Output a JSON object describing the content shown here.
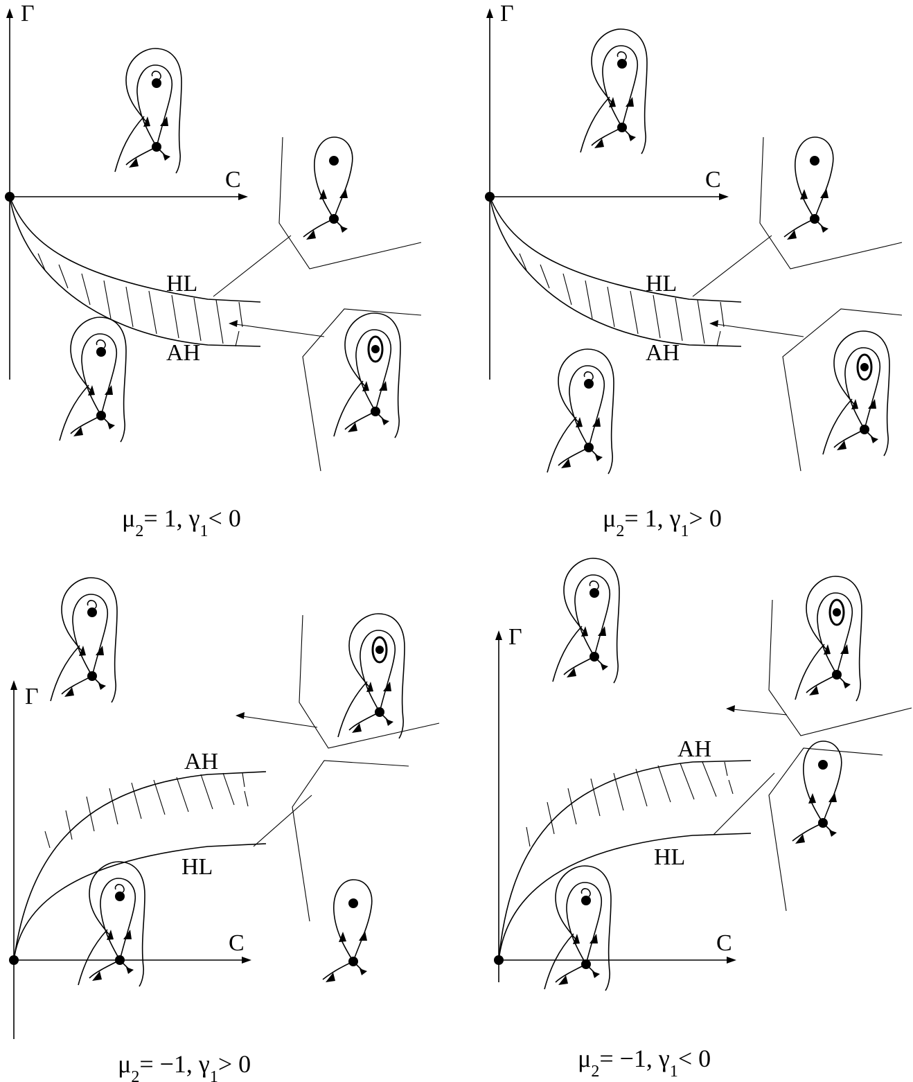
{
  "colors": {
    "ink": "#000000",
    "background": "#ffffff"
  },
  "panels": [
    {
      "axis_y_label": "Γ",
      "axis_x_label": "C",
      "upper_curve_label": "HL",
      "lower_curve_label": "AH",
      "caption": {
        "mu": "μ",
        "mu_sub": "2",
        "mu_value": "= 1, ",
        "gamma": "γ",
        "gamma_sub": "1",
        "gamma_rel": "< 0"
      }
    },
    {
      "axis_y_label": "Γ",
      "axis_x_label": "C",
      "upper_curve_label": "HL",
      "lower_curve_label": "AH",
      "caption": {
        "mu": "μ",
        "mu_sub": "2",
        "mu_value": "= 1, ",
        "gamma": "γ",
        "gamma_sub": "1",
        "gamma_rel": "> 0"
      }
    },
    {
      "axis_y_label": "Γ",
      "axis_x_label": "C",
      "upper_curve_label": "AH",
      "lower_curve_label": "HL",
      "caption": {
        "mu": "μ",
        "mu_sub": "2",
        "mu_value": "= −1, ",
        "gamma": "γ",
        "gamma_sub": "1",
        "gamma_rel": "> 0"
      }
    },
    {
      "axis_y_label": "Γ",
      "axis_x_label": "C",
      "upper_curve_label": "AH",
      "lower_curve_label": "HL",
      "caption": {
        "mu": "μ",
        "mu_sub": "2",
        "mu_value": "= −1, ",
        "gamma": "γ",
        "gamma_sub": "1",
        "gamma_rel": "< 0"
      }
    }
  ],
  "icons": [
    "arrowhead-icon",
    "equilibrium-point-icon",
    "homoclinic-loop-icon"
  ]
}
